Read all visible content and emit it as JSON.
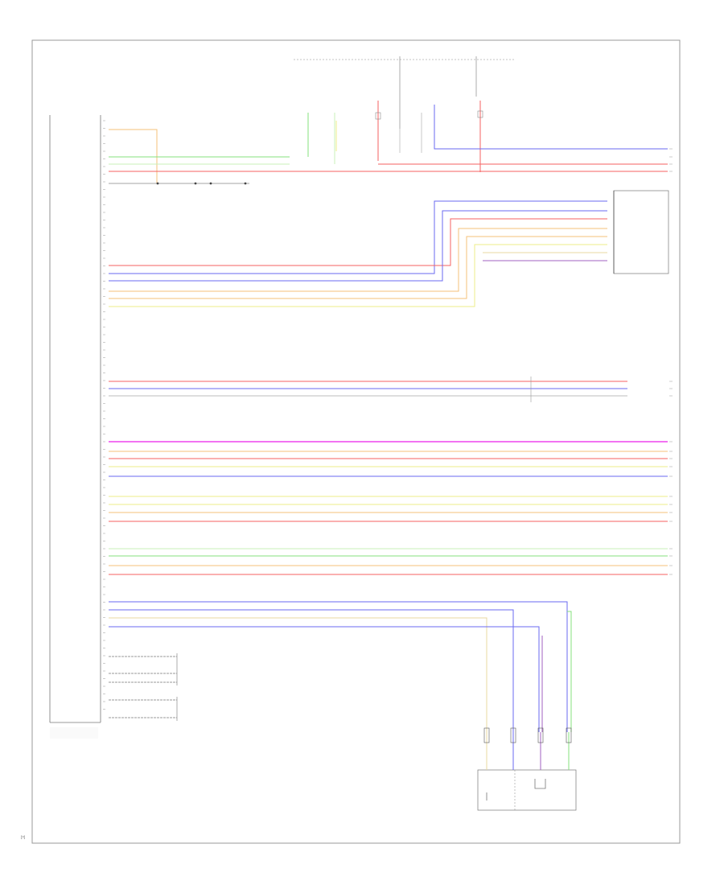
{
  "footer": {
    "code": "[?]"
  },
  "colors": {
    "frame": "#999999",
    "green": "#84e07c",
    "lightgreen": "#c8f0b8",
    "orange": "#f6c27a",
    "red": "#f46262",
    "blue": "#6a6af0",
    "yellow": "#eeee88",
    "magenta": "#ee44ee",
    "tan": "#e8d8a0",
    "gray": "#bdbdbd",
    "purple": "#a060c0"
  },
  "wire_groups": [
    {
      "name": "group-top",
      "wires": [
        {
          "color": "orange"
        },
        {
          "color": "green"
        },
        {
          "color": "lightgreen"
        },
        {
          "color": "red"
        }
      ]
    },
    {
      "name": "group-module-b",
      "wires": [
        {
          "color": "red"
        },
        {
          "color": "orange"
        },
        {
          "color": "blue"
        },
        {
          "color": "yellow"
        },
        {
          "color": "tan"
        }
      ]
    },
    {
      "name": "group-mid",
      "wires": [
        {
          "color": "red"
        },
        {
          "color": "blue"
        },
        {
          "color": "gray"
        }
      ]
    },
    {
      "name": "group-bus-1",
      "wires": [
        {
          "color": "magenta"
        },
        {
          "color": "orange"
        },
        {
          "color": "red"
        },
        {
          "color": "yellow"
        },
        {
          "color": "blue"
        }
      ]
    },
    {
      "name": "group-bus-2",
      "wires": [
        {
          "color": "yellow"
        },
        {
          "color": "yellow"
        },
        {
          "color": "orange"
        },
        {
          "color": "red"
        }
      ]
    },
    {
      "name": "group-bus-3",
      "wires": [
        {
          "color": "lightgreen"
        },
        {
          "color": "green"
        },
        {
          "color": "orange"
        },
        {
          "color": "red"
        }
      ]
    },
    {
      "name": "group-bottom",
      "wires": [
        {
          "color": "blue"
        },
        {
          "color": "blue"
        },
        {
          "color": "tan"
        },
        {
          "color": "blue"
        }
      ]
    }
  ]
}
